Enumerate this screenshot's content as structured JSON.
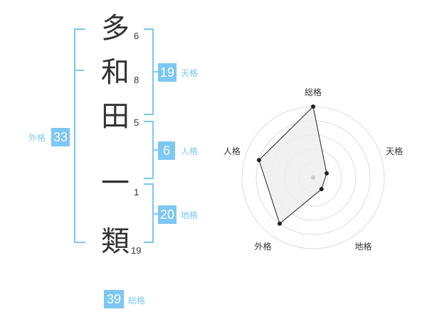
{
  "name": {
    "chars": [
      {
        "char": "多",
        "strokes": "6"
      },
      {
        "char": "和",
        "strokes": "8"
      },
      {
        "char": "田",
        "strokes": "5"
      },
      {
        "char": "一",
        "strokes": "1"
      },
      {
        "char": "類",
        "strokes": "19"
      }
    ]
  },
  "fortune": {
    "tenkaku": {
      "value": "19",
      "label": "天格"
    },
    "jinkaku": {
      "value": "6",
      "label": "人格"
    },
    "chikaku": {
      "value": "20",
      "label": "地格"
    },
    "gaikaku": {
      "value": "33",
      "label": "外格"
    },
    "soukaku": {
      "value": "39",
      "label": "総格"
    }
  },
  "colors": {
    "accent": "#7cc7f3",
    "text": "#333333",
    "grid": "#dddddd",
    "fill": "#eeeeee"
  },
  "chart_data": {
    "type": "radar",
    "axes": [
      "総格",
      "天格",
      "地格",
      "外格",
      "人格"
    ],
    "values": [
      5,
      1,
      1,
      4,
      4
    ],
    "rmax": 5,
    "rings": 5
  }
}
